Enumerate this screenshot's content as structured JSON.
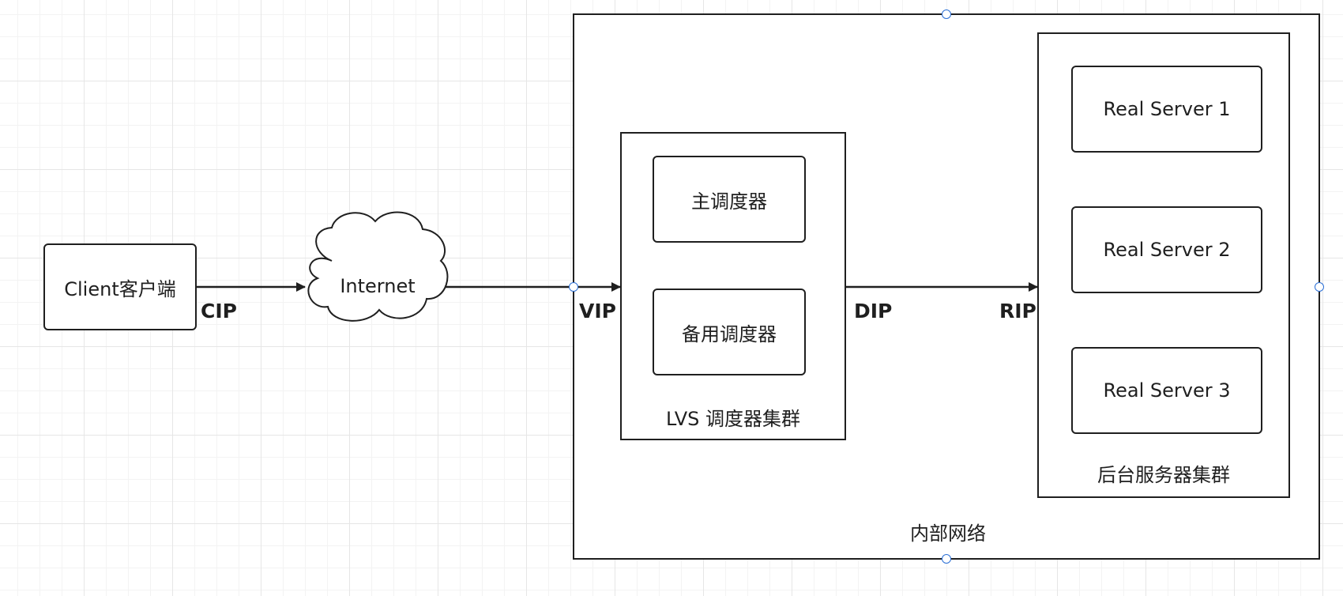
{
  "client": {
    "label": "Client客户端"
  },
  "internet": {
    "label": "Internet"
  },
  "internal_network": {
    "label": "内部网络"
  },
  "lvs_cluster": {
    "label": "LVS 调度器集群",
    "primary": "主调度器",
    "backup": "备用调度器"
  },
  "backend_cluster": {
    "label": "后台服务器集群",
    "servers": [
      "Real Server 1",
      "Real Server 2",
      "Real Server 3"
    ]
  },
  "edge_labels": {
    "cip": "CIP",
    "vip": "VIP",
    "dip": "DIP",
    "rip": "RIP"
  },
  "colors": {
    "stroke": "#1f1f1f",
    "handle": "#2b6fd6",
    "grid": "#e6e6e6"
  }
}
